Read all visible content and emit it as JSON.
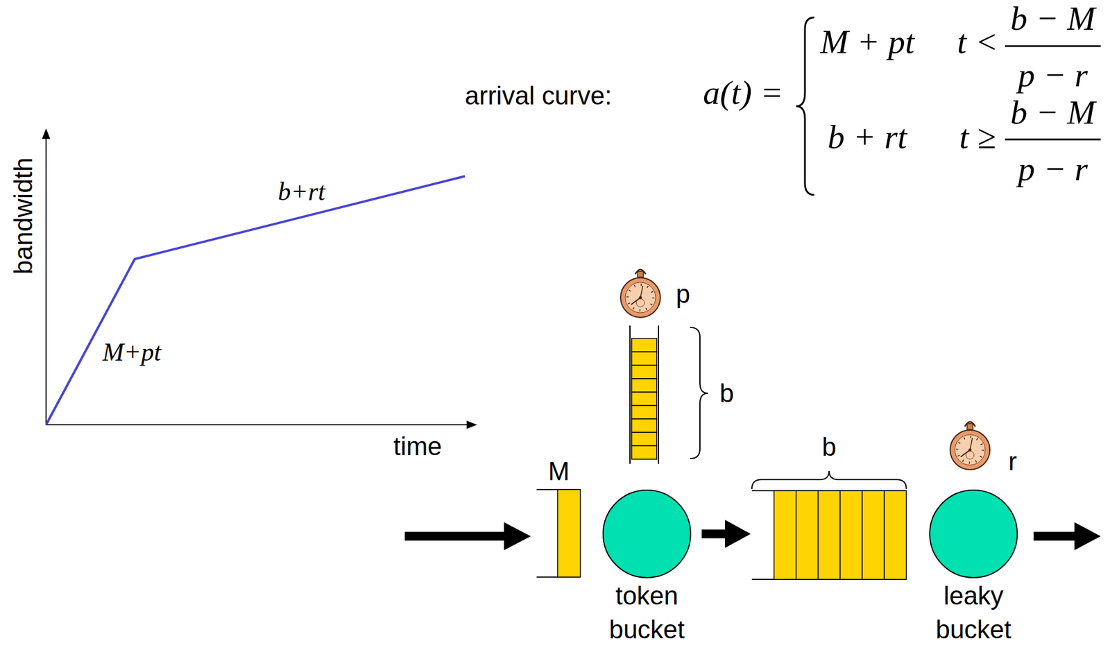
{
  "diagram": {
    "nodes": [
      {
        "text": [
          "M"
        ]
      },
      {
        "text": [
          "token bucket"
        ]
      },
      {
        "text": [
          "b"
        ]
      },
      {
        "text": [
          "leaky bucket"
        ]
      }
    ],
    "edges": [
      {
        "from": 1,
        "to": 2,
        "arrow": "to"
      }
    ],
    "labels": [
      "arrival curve:",
      "a(t) =",
      "M + pt",
      "t <",
      "b − M",
      "p − r",
      "b + rt",
      "t ≥",
      "b − M",
      "p − r",
      "bandwidth",
      "b+rt",
      "M+pt",
      "time",
      "p",
      "b",
      "r"
    ]
  }
}
